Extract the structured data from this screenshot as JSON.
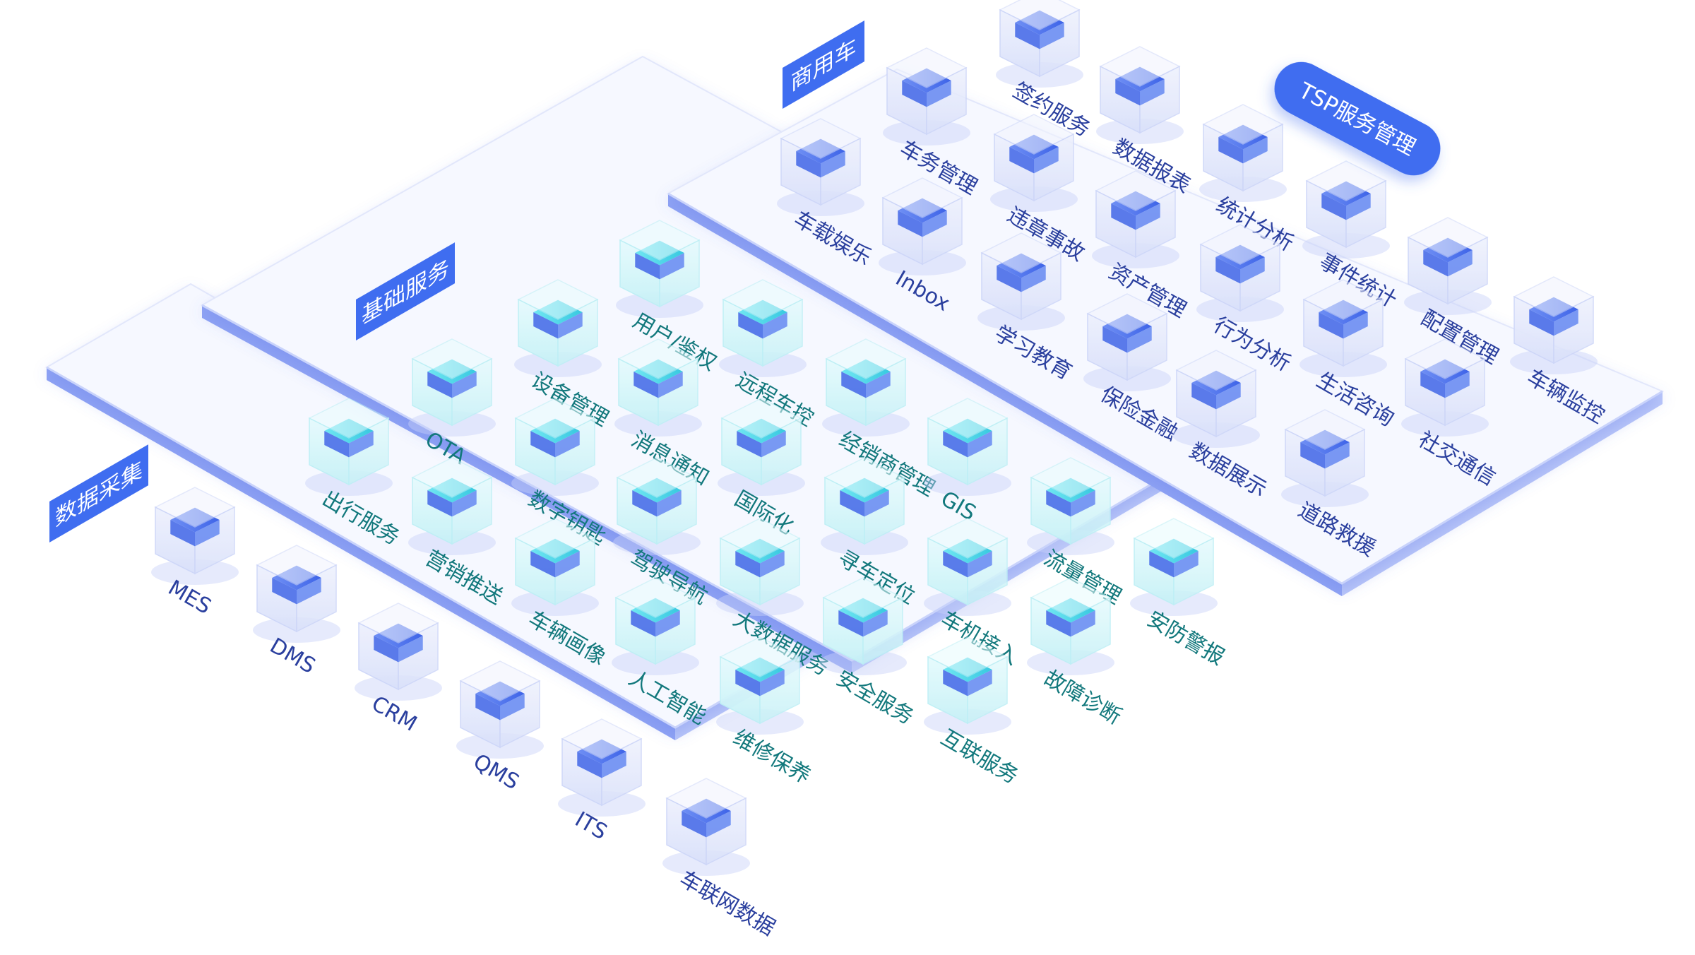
{
  "colors": {
    "accent": "#3f6df0",
    "label_blue": "#2a3f9e",
    "label_teal": "#12787c",
    "cube_blue_tint": "#dfe5fb",
    "cube_teal_tint": "#d3f4f8"
  },
  "tsp_badge": {
    "label": "TSP服务管理"
  },
  "platforms": [
    {
      "id": "data-collection",
      "title": "数据采集",
      "items": [
        {
          "label": "MES",
          "icon": "cube-blue-icon"
        },
        {
          "label": "DMS",
          "icon": "cube-blue-icon"
        },
        {
          "label": "CRM",
          "icon": "cube-blue-icon"
        },
        {
          "label": "QMS",
          "icon": "cube-blue-icon"
        },
        {
          "label": "ITS",
          "icon": "cube-blue-icon"
        },
        {
          "label": "车联网数据",
          "icon": "cube-blue-icon"
        }
      ]
    },
    {
      "id": "basic-services",
      "title": "基础服务",
      "items": [
        {
          "label": "用户/鉴权",
          "icon": "cube-teal-icon"
        },
        {
          "label": "设备管理",
          "icon": "cube-teal-icon"
        },
        {
          "label": "OTA",
          "icon": "cube-teal-icon"
        },
        {
          "label": "出行服务",
          "icon": "cube-teal-icon"
        },
        {
          "label": "远程车控",
          "icon": "cube-teal-icon"
        },
        {
          "label": "消息通知",
          "icon": "cube-teal-icon"
        },
        {
          "label": "数字钥匙",
          "icon": "cube-teal-icon"
        },
        {
          "label": "营销推送",
          "icon": "cube-teal-icon"
        },
        {
          "label": "经销商管理",
          "icon": "cube-teal-icon"
        },
        {
          "label": "国际化",
          "icon": "cube-teal-icon"
        },
        {
          "label": "驾驶导航",
          "icon": "cube-teal-icon"
        },
        {
          "label": "车辆画像",
          "icon": "cube-teal-icon"
        },
        {
          "label": "GIS",
          "icon": "cube-teal-icon"
        },
        {
          "label": "寻车定位",
          "icon": "cube-teal-icon"
        },
        {
          "label": "大数据服务",
          "icon": "cube-teal-icon"
        },
        {
          "label": "人工智能",
          "icon": "cube-teal-icon"
        },
        {
          "label": "流量管理",
          "icon": "cube-teal-icon"
        },
        {
          "label": "车机接入",
          "icon": "cube-teal-icon"
        },
        {
          "label": "安全服务",
          "icon": "cube-teal-icon"
        },
        {
          "label": "维修保养",
          "icon": "cube-teal-icon"
        },
        {
          "label": "安防警报",
          "icon": "cube-teal-icon"
        },
        {
          "label": "故障诊断",
          "icon": "cube-teal-icon"
        },
        {
          "label": "互联服务",
          "icon": "cube-teal-icon"
        }
      ]
    },
    {
      "id": "commercial-vehicle",
      "title": "商用车",
      "items": [
        {
          "label": "签约服务",
          "icon": "cube-blue-icon"
        },
        {
          "label": "车务管理",
          "icon": "cube-blue-icon"
        },
        {
          "label": "车载娱乐",
          "icon": "cube-blue-icon"
        },
        {
          "label": "数据报表",
          "icon": "cube-blue-icon"
        },
        {
          "label": "违章事故",
          "icon": "cube-blue-icon"
        },
        {
          "label": "Inbox",
          "icon": "cube-blue-icon"
        },
        {
          "label": "统计分析",
          "icon": "cube-blue-icon"
        },
        {
          "label": "资产管理",
          "icon": "cube-blue-icon"
        },
        {
          "label": "学习教育",
          "icon": "cube-blue-icon"
        },
        {
          "label": "事件统计",
          "icon": "cube-blue-icon"
        },
        {
          "label": "行为分析",
          "icon": "cube-blue-icon"
        },
        {
          "label": "保险金融",
          "icon": "cube-blue-icon"
        },
        {
          "label": "配置管理",
          "icon": "cube-blue-icon"
        },
        {
          "label": "生活咨询",
          "icon": "cube-blue-icon"
        },
        {
          "label": "数据展示",
          "icon": "cube-blue-icon"
        },
        {
          "label": "车辆监控",
          "icon": "cube-blue-icon"
        },
        {
          "label": "社交通信",
          "icon": "cube-blue-icon"
        },
        {
          "label": "道路救援",
          "icon": "cube-blue-icon"
        }
      ]
    }
  ]
}
